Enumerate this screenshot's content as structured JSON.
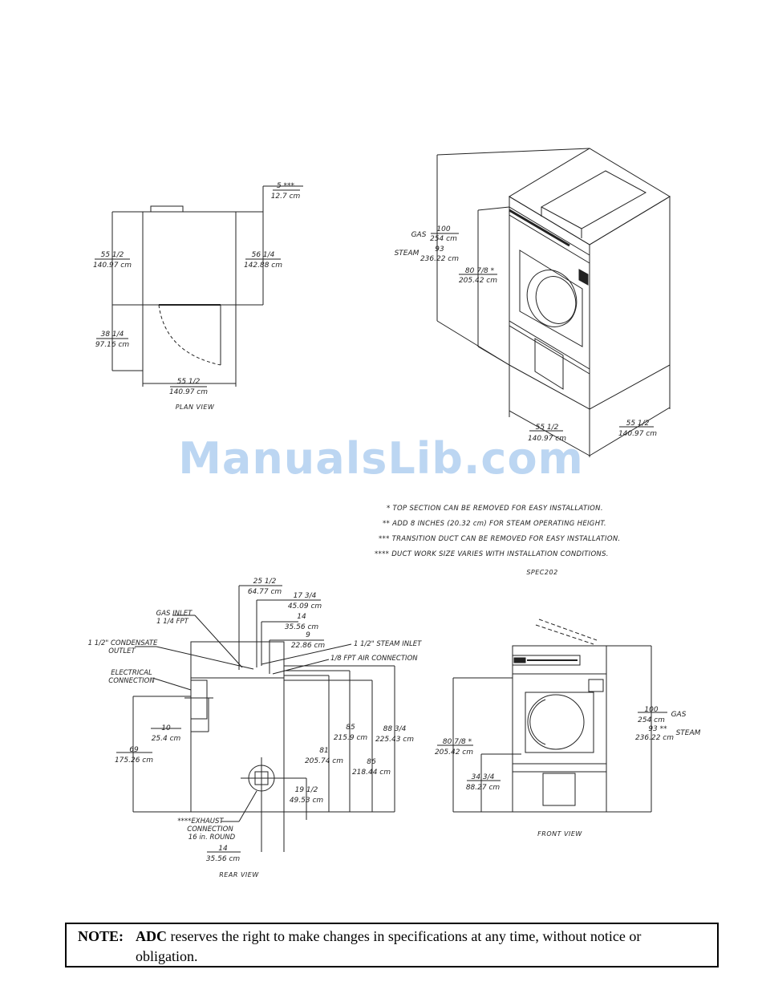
{
  "plan_view": {
    "caption": "PLAN VIEW",
    "dims": {
      "duct_in": "5 ***",
      "duct_cm": "12.7 cm",
      "depth_in": "55 1/2",
      "depth_cm": "140.97 cm",
      "overall_depth_in": "56 1/4",
      "overall_depth_cm": "142.88 cm",
      "door_swing_in": "38 1/4",
      "door_swing_cm": "97.16 cm",
      "width_in": "55 1/2",
      "width_cm": "140.97 cm"
    }
  },
  "iso_view": {
    "gas_label": "GAS",
    "gas_in": "100",
    "gas_cm": "254 cm",
    "steam_label": "STEAM",
    "steam_in": "93",
    "steam_cm": "236.22 cm",
    "top_in": "80 7/8 *",
    "top_cm": "205.42 cm",
    "width_in": "55 1/2",
    "width_cm": "140.97 cm",
    "depth_in": "55 1/2",
    "depth_cm": "140.97 cm"
  },
  "watermark": "ManualsLib.com",
  "notes": [
    "* TOP SECTION CAN BE REMOVED FOR EASY INSTALLATION.",
    "** ADD 8 INCHES (20.32 cm) FOR STEAM OPERATING HEIGHT.",
    "*** TRANSITION DUCT CAN BE REMOVED FOR EASY INSTALLATION.",
    "**** DUCT WORK SIZE VARIES WITH INSTALLATION CONDITIONS."
  ],
  "spec_code": "SPEC202",
  "rear_view": {
    "caption": "REAR VIEW",
    "labels": {
      "gas_inlet_1": "GAS INLET",
      "gas_inlet_2": "1 1/4 FPT",
      "condensate_1": "1 1/2\" CONDENSATE",
      "condensate_2": "OUTLET",
      "electrical_1": "ELECTRICAL",
      "electrical_2": "CONNECTION",
      "steam_inlet": "1 1/2\" STEAM INLET",
      "air_connection": "1/8 FPT AIR CONNECTION",
      "exhaust_1": "****EXHAUST",
      "exhaust_2": "CONNECTION",
      "exhaust_3": "16 in. ROUND"
    },
    "dims": {
      "d1_in": "25 1/2",
      "d1_cm": "64.77 cm",
      "d2_in": "17 3/4",
      "d2_cm": "45.09 cm",
      "d3_in": "14",
      "d3_cm": "35.56 cm",
      "d4_in": "9",
      "d4_cm": "22.86 cm",
      "d5_in": "10",
      "d5_cm": "25.4 cm",
      "d6_in": "69",
      "d6_cm": "175.26 cm",
      "d7_in": "85",
      "d7_cm": "215.9 cm",
      "d8_in": "88 3/4",
      "d8_cm": "225.43 cm",
      "d9_in": "81",
      "d9_cm": "205.74 cm",
      "d10_in": "86",
      "d10_cm": "218.44 cm",
      "d11_in": "19 1/2",
      "d11_cm": "49.53 cm",
      "d12_in": "14",
      "d12_cm": "35.56 cm"
    }
  },
  "front_view": {
    "caption": "FRONT VIEW",
    "gas_in": "100",
    "gas_cm": "254 cm",
    "gas_label": "GAS",
    "steam_in": "93 **",
    "steam_cm": "236.22 cm",
    "steam_label": "STEAM",
    "top_in": "80 7/8 *",
    "top_cm": "205.42 cm",
    "door_in": "34 3/4",
    "door_cm": "88.27 cm"
  },
  "note": {
    "label": "NOTE:",
    "company": "ADC",
    "text": " reserves the right to make changes in specifications at any time, without notice or obligation."
  }
}
